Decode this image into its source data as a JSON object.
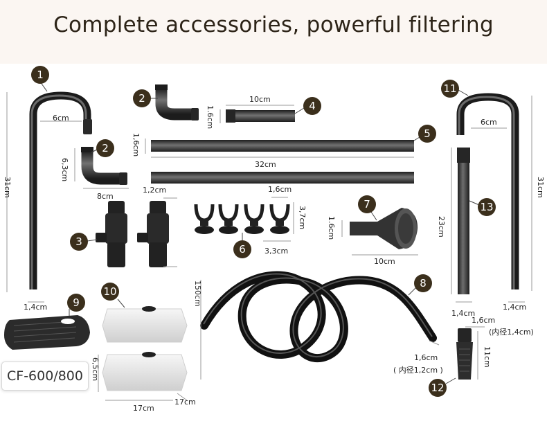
{
  "header": {
    "title": "Complete accessories, powerful filtering"
  },
  "model_label": "CF-600/800",
  "callouts": [
    "1",
    "2",
    "2",
    "3",
    "4",
    "5",
    "6",
    "7",
    "8",
    "9",
    "10",
    "11",
    "12",
    "13"
  ],
  "dims": {
    "inlet_width": "6cm",
    "inlet_height": "31cm",
    "inlet_dia": "1,4cm",
    "elbow_width": "8cm",
    "elbow_height": "6,3cm",
    "elbow_top_dia": "1.6cm",
    "pipe_short_len": "10cm",
    "pipe_short_dia": "1.6cm",
    "pipe_long_len": "32cm",
    "pipe_long_dia": "1,6cm",
    "valve_dia": "1,2cm",
    "clip_dia": "1,6cm",
    "clip_height": "3,7cm",
    "clip_width": "3,3cm",
    "funnel_dia": "1.6cm",
    "funnel_width": "10cm",
    "hose_len": "150cm",
    "hose_dia": "1,6cm",
    "hose_inner": "( 内径1,2cm )",
    "tank_height": "6,5cm",
    "tank_width": "17cm",
    "tank_depth": "17cm",
    "outlet_width": "6cm",
    "outlet_height": "31cm",
    "outlet_dia": "1,4cm",
    "ext_height": "23cm",
    "ext_dia": "1,4cm",
    "strainer_dia": "1,6cm",
    "strainer_inner": "(内径1,4cm)",
    "strainer_height": "11cm"
  }
}
